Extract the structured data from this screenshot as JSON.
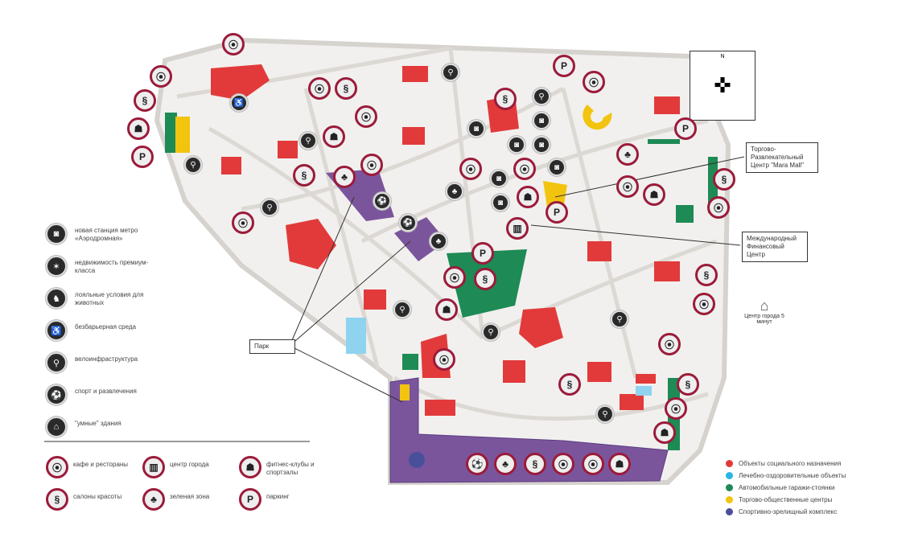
{
  "legend_left": [
    {
      "icon": "metro-icon",
      "label": "новая станция метро «Аэродромная»"
    },
    {
      "icon": "premium-star-icon",
      "label": "недвижимость премиум-класса"
    },
    {
      "icon": "pet-icon",
      "label": "лояльные условия для животных"
    },
    {
      "icon": "wheelchair-icon",
      "label": "безбарьерная среда"
    },
    {
      "icon": "bicycle-icon",
      "label": "велоинфраструктура"
    },
    {
      "icon": "sport-icon",
      "label": "спорт и развлечения"
    },
    {
      "icon": "smart-building-icon",
      "label": "\"умные\" здания"
    }
  ],
  "legend_bottom": [
    {
      "icon": "cafe-icon",
      "label": "кафе и рестораны"
    },
    {
      "icon": "city-center-icon",
      "label": "центр города"
    },
    {
      "icon": "fitness-icon",
      "label": "фитнес-клубы и спортзалы"
    },
    {
      "icon": "beauty-salon-icon",
      "label": "салоны красоты"
    },
    {
      "icon": "tree-icon",
      "label": "зеленая зона"
    },
    {
      "icon": "parking-icon",
      "label": "паркинг"
    }
  ],
  "legend_right": [
    {
      "color": "#e23a3a",
      "label": "Объекты социального назначения"
    },
    {
      "color": "#27b6e6",
      "label": "Лечебно-оздоровительные объекты"
    },
    {
      "color": "#1e8a55",
      "label": "Автомобильные гаражи-стоянки"
    },
    {
      "color": "#f2c40f",
      "label": "Торгово-общественные центры"
    },
    {
      "color": "#4a4f9a",
      "label": "Спортивно-зрелищный комплекс"
    }
  ],
  "callouts": {
    "mall": "Торгово-Развлекательный Центр \"Mara Mall\"",
    "finance": "Международный Финансовый Центр",
    "park": "Парк"
  },
  "city_center": "Центр города 5 минут",
  "compass": "N"
}
